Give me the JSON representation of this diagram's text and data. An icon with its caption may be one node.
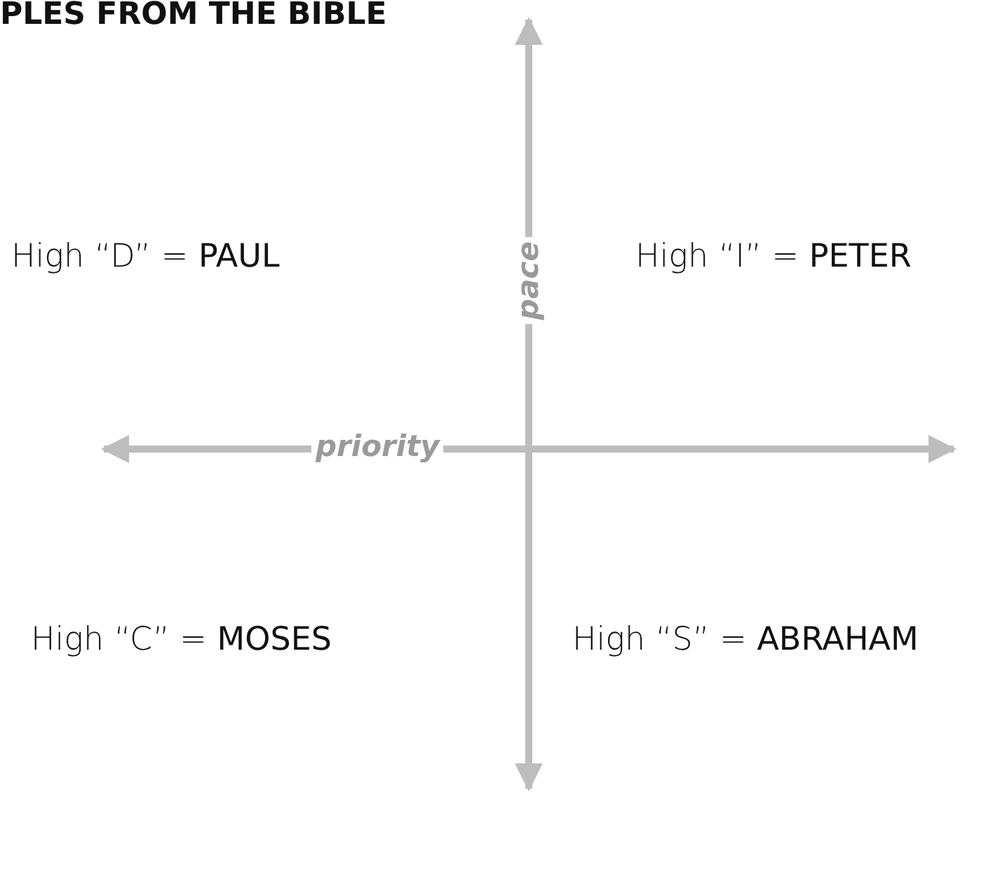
{
  "diagram": {
    "title": "PLES FROM THE BIBLE",
    "labels": [
      "High “D” = **PAUL**",
      "pace",
      "High “I” = **PETER**",
      "priority",
      "High “C” = **MOSES**",
      "High “S” = **ABRAHAM**"
    ]
  }
}
